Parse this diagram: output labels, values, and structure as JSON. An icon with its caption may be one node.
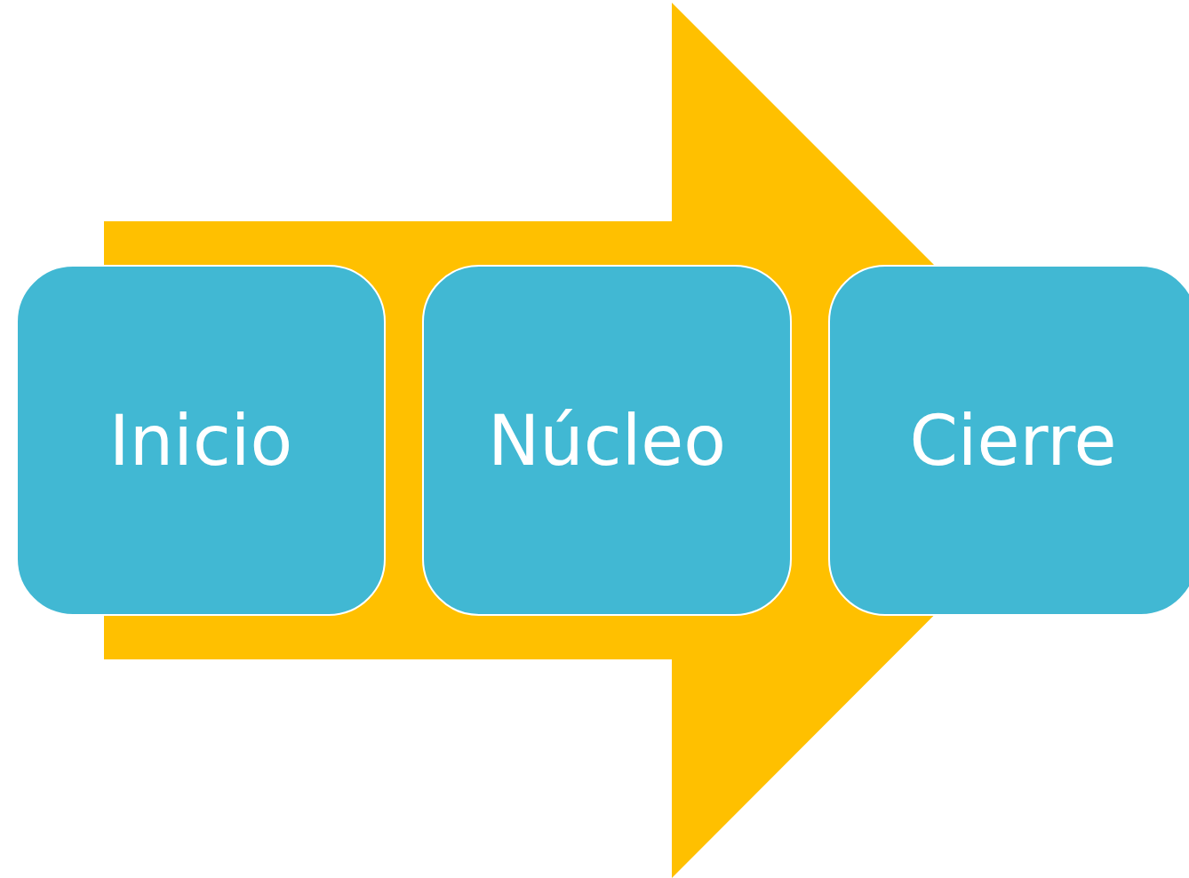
{
  "diagram": {
    "nodes": [
      {
        "text": [
          "Inicio"
        ]
      },
      {
        "text": [
          "Núcleo"
        ]
      },
      {
        "text": [
          "Cierre"
        ]
      }
    ],
    "edges": [
      {
        "from": 0,
        "to": 2,
        "arrow": "to"
      }
    ]
  }
}
